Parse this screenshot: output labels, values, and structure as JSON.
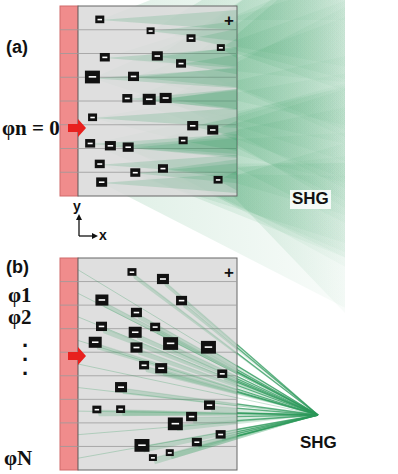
{
  "diagram": {
    "labels": [
      "(a)",
      "+",
      "φn = 0",
      "y",
      "x",
      "SHG",
      "(b)",
      "+",
      "φ1",
      "φ2",
      ".",
      ".",
      ".",
      "φN",
      "SHG"
    ]
  }
}
